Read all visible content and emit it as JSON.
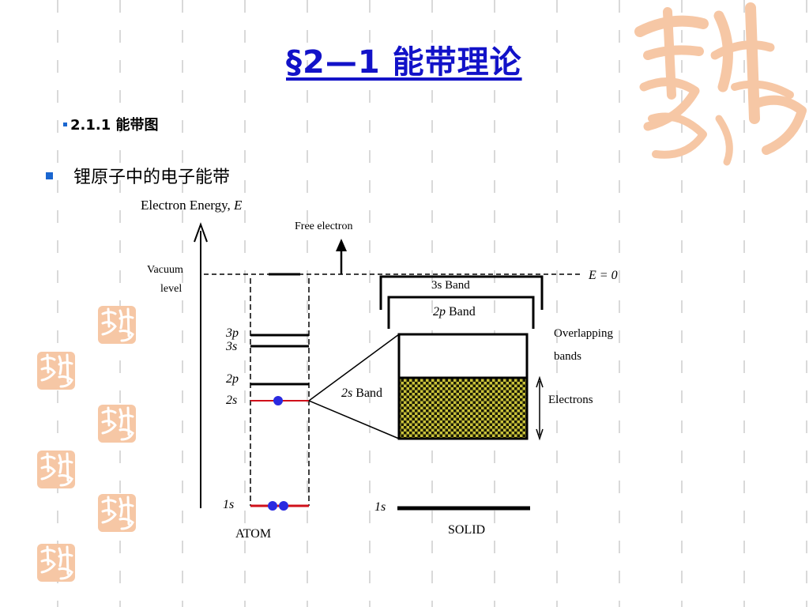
{
  "slide": {
    "title": "§2—1 能带理论",
    "subheading": "2.1.1 能带图",
    "bullet": "锂原子中的电子能带"
  },
  "colors": {
    "title": "#1212c8",
    "bullet_marker": "#1a66d0",
    "seal": "#f6c7a5",
    "level_red": "#d0101a",
    "electron": "#2a2ae0",
    "electrons_fill": "#c9c23a"
  },
  "diagram": {
    "axis_label_prefix": "Electron Energy, ",
    "axis_label_var": "E",
    "free_electron": "Free electron",
    "vacuum_line1": "Vacuum",
    "vacuum_line2": "level",
    "e_zero": "E = 0",
    "band_3s": "3s Band",
    "band_2p_sym": "2p",
    "band_2p_word": " Band",
    "overlap_line1": "Overlapping",
    "overlap_line2": "bands",
    "band_2s_sym": "2s",
    "band_2s_word": " Band",
    "electrons": "Electrons",
    "level_3p": "3p",
    "level_3s": "3s",
    "level_2p": "2p",
    "level_2s": "2s",
    "level_1s_atom": "1s",
    "level_1s_solid": "1s",
    "atom": "ATOM",
    "solid": "SOLID"
  }
}
